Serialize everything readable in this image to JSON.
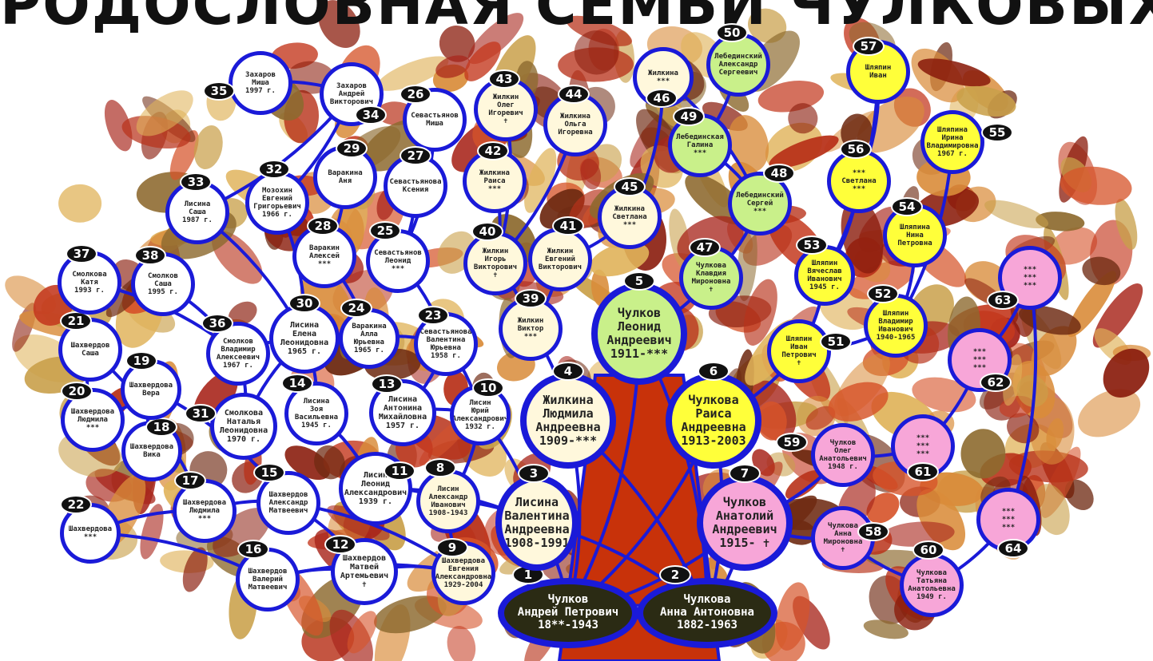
{
  "title": "РОДОСЛОВНАЯ СЕМЬИ ЧУЛКОВЫХ",
  "colors": {
    "line": "#1a1ad8",
    "white": "#ffffff",
    "cream": "#fff8dc",
    "green": "#c9f08a",
    "yellow": "#ffff3a",
    "pink": "#f7a6d8",
    "dark": "#2b2b14",
    "trunk": "#c8320a"
  },
  "nodes": [
    {
      "n": "1",
      "lines": [
        "Чулков",
        "Андрей Петрович",
        "18**-1943"
      ],
      "c": "dark"
    },
    {
      "n": "2",
      "lines": [
        "Чулкова",
        "Анна Антоновна",
        "1882-1963"
      ],
      "c": "dark"
    },
    {
      "n": "3",
      "lines": [
        "Лисина",
        "Валентина",
        "Андреевна",
        "1908-1991"
      ],
      "c": "cream"
    },
    {
      "n": "4",
      "lines": [
        "Жилкина",
        "Людмила",
        "Андреевна",
        "1909-***"
      ],
      "c": "cream"
    },
    {
      "n": "5",
      "lines": [
        "Чулков",
        "Леонид",
        "Андреевич",
        "1911-***"
      ],
      "c": "green"
    },
    {
      "n": "6",
      "lines": [
        "Чулкова",
        "Раиса",
        "Андреевна",
        "1913-2003"
      ],
      "c": "yellow"
    },
    {
      "n": "7",
      "lines": [
        "Чулков",
        "Анатолий",
        "Андреевич",
        "1915- ✝"
      ],
      "c": "pink"
    },
    {
      "n": "8",
      "lines": [
        "Лисин",
        "Александр",
        "Иванович",
        "1908-1943"
      ],
      "c": "cream"
    },
    {
      "n": "9",
      "lines": [
        "Шахвердова",
        "Евгения",
        "Александровна",
        "1929-2004"
      ],
      "c": "cream"
    },
    {
      "n": "10",
      "lines": [
        "Лисин",
        "Юрий",
        "Александрович",
        "1932 г."
      ],
      "c": "white"
    },
    {
      "n": "11",
      "lines": [
        "Лисин",
        "Леонид",
        "Александрович",
        "1939 г."
      ],
      "c": "white"
    },
    {
      "n": "12",
      "lines": [
        "Шахвердов",
        "Матвей",
        "Артемьевич",
        "✝"
      ],
      "c": "white"
    },
    {
      "n": "13",
      "lines": [
        "Лисина",
        "Антонина",
        "Михайловна",
        "1957 г."
      ],
      "c": "white"
    },
    {
      "n": "14",
      "lines": [
        "Лисина",
        "Зоя",
        "Васильевна",
        "1945 г."
      ],
      "c": "white"
    },
    {
      "n": "15",
      "lines": [
        "Шахвердов",
        "Александр",
        "Матвеевич"
      ],
      "c": "white"
    },
    {
      "n": "16",
      "lines": [
        "Шахвердов",
        "Валерий",
        "Матвеевич"
      ],
      "c": "white"
    },
    {
      "n": "17",
      "lines": [
        "Шахвердова",
        "Людмила",
        "***"
      ],
      "c": "white"
    },
    {
      "n": "18",
      "lines": [
        "Шахвердова",
        "Вика"
      ],
      "c": "white"
    },
    {
      "n": "19",
      "lines": [
        "Шахвердова",
        "Вера"
      ],
      "c": "white"
    },
    {
      "n": "20",
      "lines": [
        "Шахвердова",
        "Людмила",
        "***"
      ],
      "c": "white"
    },
    {
      "n": "21",
      "lines": [
        "Шахвердов",
        "Саша"
      ],
      "c": "white"
    },
    {
      "n": "22",
      "lines": [
        "Шахвердова",
        "***"
      ],
      "c": "white"
    },
    {
      "n": "23",
      "lines": [
        "Севастьянова",
        "Валентина",
        "Юрьевна",
        "1958 г."
      ],
      "c": "white"
    },
    {
      "n": "24",
      "lines": [
        "Варакина",
        "Алла",
        "Юрьевна",
        "1965 г."
      ],
      "c": "white"
    },
    {
      "n": "25",
      "lines": [
        "Севастьянов",
        "Леонид",
        "***"
      ],
      "c": "white"
    },
    {
      "n": "26",
      "lines": [
        "Севастьянов",
        "Миша"
      ],
      "c": "white"
    },
    {
      "n": "27",
      "lines": [
        "Севастьянова",
        "Ксения"
      ],
      "c": "white"
    },
    {
      "n": "28",
      "lines": [
        "Варакин",
        "Алексей",
        "***"
      ],
      "c": "white"
    },
    {
      "n": "29",
      "lines": [
        "Варакина",
        "Аня"
      ],
      "c": "white"
    },
    {
      "n": "30",
      "lines": [
        "Лисина",
        "Елена",
        "Леонидовна",
        "1965 г."
      ],
      "c": "white"
    },
    {
      "n": "31",
      "lines": [
        "Смолкова",
        "Наталья",
        "Леонидовна",
        "1970 г."
      ],
      "c": "white"
    },
    {
      "n": "32",
      "lines": [
        "Мозохин",
        "Евгений",
        "Григорьевич",
        "1966 г."
      ],
      "c": "white"
    },
    {
      "n": "33",
      "lines": [
        "Лисина",
        "Саша",
        "1987 г."
      ],
      "c": "white"
    },
    {
      "n": "34",
      "lines": [
        "Захаров",
        "Андрей",
        "Викторович"
      ],
      "c": "white"
    },
    {
      "n": "35",
      "lines": [
        "Захаров",
        "Миша",
        "1997 г."
      ],
      "c": "white"
    },
    {
      "n": "36",
      "lines": [
        "Смолков",
        "Владимир",
        "Алексеевич",
        "1967 г."
      ],
      "c": "white"
    },
    {
      "n": "37",
      "lines": [
        "Смолкова",
        "Катя",
        "1993 г."
      ],
      "c": "white"
    },
    {
      "n": "38",
      "lines": [
        "Смолков",
        "Саша",
        "1995 г."
      ],
      "c": "white"
    },
    {
      "n": "39",
      "lines": [
        "Жилкин",
        "Виктор",
        "***"
      ],
      "c": "cream"
    },
    {
      "n": "40",
      "lines": [
        "Жилкин",
        "Игорь",
        "Викторович",
        "✝"
      ],
      "c": "cream"
    },
    {
      "n": "41",
      "lines": [
        "Жилкин",
        "Евгений",
        "Викторович"
      ],
      "c": "cream"
    },
    {
      "n": "42",
      "lines": [
        "Жилкина",
        "Раиса",
        "***"
      ],
      "c": "cream"
    },
    {
      "n": "43",
      "lines": [
        "Жилкин",
        "Олег",
        "Игоревич",
        "✝"
      ],
      "c": "cream"
    },
    {
      "n": "44",
      "lines": [
        "Жилкина",
        "Ольга",
        "Игоревна"
      ],
      "c": "cream"
    },
    {
      "n": "45",
      "lines": [
        "Жилкина",
        "Светлана",
        "***"
      ],
      "c": "cream"
    },
    {
      "n": "46",
      "lines": [
        "Жилкина",
        "***"
      ],
      "c": "cream"
    },
    {
      "n": "47",
      "lines": [
        "Чулкова",
        "Клавдия",
        "Мироновна",
        "✝"
      ],
      "c": "green"
    },
    {
      "n": "48",
      "lines": [
        "Лебединский",
        "Сергей",
        "***"
      ],
      "c": "green"
    },
    {
      "n": "49",
      "lines": [
        "Лебединская",
        "Галина",
        "***"
      ],
      "c": "green"
    },
    {
      "n": "50",
      "lines": [
        "Лебединский",
        "Александр",
        "Сергеевич"
      ],
      "c": "green"
    },
    {
      "n": "51",
      "lines": [
        "Шляпин",
        "Иван",
        "Петрович",
        "✝"
      ],
      "c": "yellow"
    },
    {
      "n": "52",
      "lines": [
        "Шляпин",
        "Владимир",
        "Иванович",
        "1940-1965"
      ],
      "c": "yellow"
    },
    {
      "n": "53",
      "lines": [
        "Шляпин",
        "Вячеслав",
        "Иванович",
        "1945 г."
      ],
      "c": "yellow"
    },
    {
      "n": "54",
      "lines": [
        "Шляпина",
        "Нина",
        "Петровна"
      ],
      "c": "yellow"
    },
    {
      "n": "55",
      "lines": [
        "Шляпина",
        "Ирина",
        "Владимировна",
        "1967 г."
      ],
      "c": "yellow"
    },
    {
      "n": "56",
      "lines": [
        "***",
        "Светлана",
        "***"
      ],
      "c": "yellow"
    },
    {
      "n": "57",
      "lines": [
        "Шляпин",
        "Иван"
      ],
      "c": "yellow"
    },
    {
      "n": "58",
      "lines": [
        "Чулкова",
        "Анна",
        "Мироновна",
        "✝"
      ],
      "c": "pink"
    },
    {
      "n": "59",
      "lines": [
        "Чулков",
        "Олег",
        "Анатольевич",
        "1948 г."
      ],
      "c": "pink"
    },
    {
      "n": "60",
      "lines": [
        "Чулкова",
        "Татьяна",
        "Анатольевна",
        "1949 г."
      ],
      "c": "pink"
    },
    {
      "n": "61",
      "lines": [
        "***",
        "***",
        "***"
      ],
      "c": "pink"
    },
    {
      "n": "62",
      "lines": [
        "***",
        "***",
        "***"
      ],
      "c": "pink"
    },
    {
      "n": "63",
      "lines": [
        "***",
        "***",
        "***"
      ],
      "c": "pink"
    },
    {
      "n": "64",
      "lines": [
        "***",
        "***",
        "***"
      ],
      "c": "pink"
    }
  ]
}
